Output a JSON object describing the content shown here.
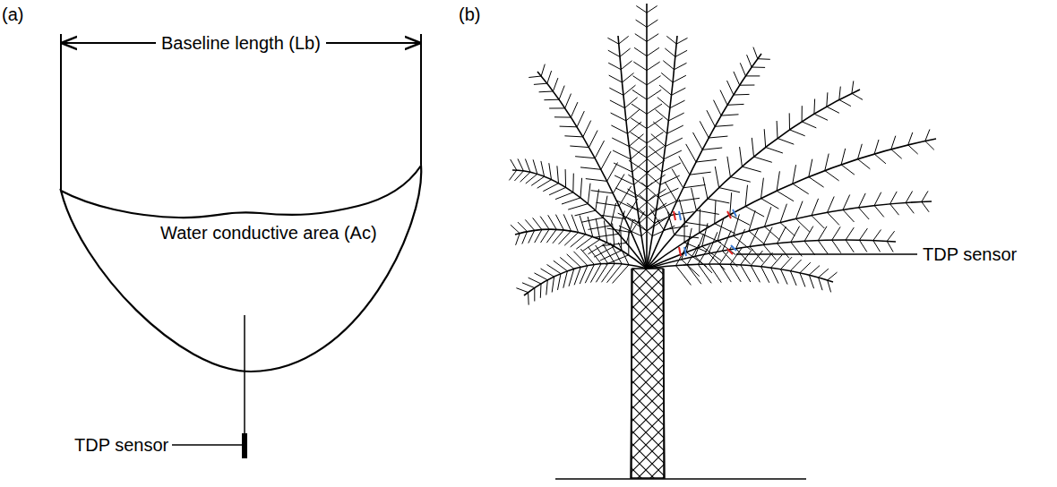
{
  "diagram": {
    "nodes": [
      {
        "text": [
          "Water conductive area (Ac)"
        ]
      }
    ],
    "labels": [
      "(a)",
      "Baseline length (Lb)",
      "TDP sensor",
      "(b)",
      "TDP sensor"
    ]
  }
}
